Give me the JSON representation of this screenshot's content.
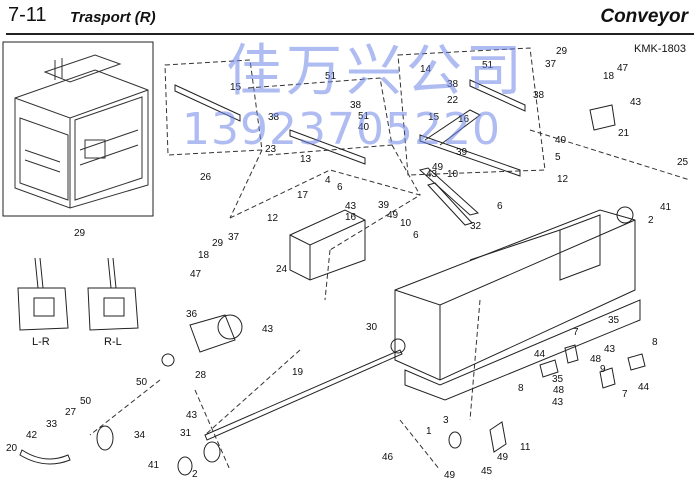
{
  "header": {
    "section_number": "7-11",
    "section_title": "Trasport (R)",
    "category": "Conveyor",
    "drawing_code": "KMK-1803"
  },
  "watermark": {
    "company": "佳万兴公司",
    "phone": "13923705220",
    "color": "#6f86e8"
  },
  "inset_labels": {
    "left_variant": "L-R",
    "right_variant": "R-L"
  },
  "callouts": [
    {
      "id": "c15a",
      "text": "15"
    },
    {
      "id": "c26",
      "text": "26"
    },
    {
      "id": "c51a",
      "text": "51"
    },
    {
      "id": "c38a",
      "text": "38"
    },
    {
      "id": "c38b",
      "text": "38"
    },
    {
      "id": "c51b",
      "text": "51"
    },
    {
      "id": "c40a",
      "text": "40"
    },
    {
      "id": "c23",
      "text": "23"
    },
    {
      "id": "c13",
      "text": "13"
    },
    {
      "id": "c14",
      "text": "14"
    },
    {
      "id": "c51c",
      "text": "51"
    },
    {
      "id": "c38c",
      "text": "38"
    },
    {
      "id": "c22",
      "text": "22"
    },
    {
      "id": "c38d",
      "text": "38"
    },
    {
      "id": "c15b",
      "text": "15"
    },
    {
      "id": "c16a",
      "text": "16"
    },
    {
      "id": "c39a",
      "text": "39"
    },
    {
      "id": "c40b",
      "text": "40"
    },
    {
      "id": "c5",
      "text": "5"
    },
    {
      "id": "c49a",
      "text": "49"
    },
    {
      "id": "c43a",
      "text": "43"
    },
    {
      "id": "c10a",
      "text": "10"
    },
    {
      "id": "c12a",
      "text": "12"
    },
    {
      "id": "c6a",
      "text": "6"
    },
    {
      "id": "c29a",
      "text": "29"
    },
    {
      "id": "c37a",
      "text": "37"
    },
    {
      "id": "c18a",
      "text": "18"
    },
    {
      "id": "c47a",
      "text": "47"
    },
    {
      "id": "c43b",
      "text": "43"
    },
    {
      "id": "c21",
      "text": "21"
    },
    {
      "id": "c25",
      "text": "25"
    },
    {
      "id": "c4",
      "text": "4"
    },
    {
      "id": "c6b",
      "text": "6"
    },
    {
      "id": "c43c",
      "text": "43"
    },
    {
      "id": "c17",
      "text": "17"
    },
    {
      "id": "c16b",
      "text": "16"
    },
    {
      "id": "c39b",
      "text": "39"
    },
    {
      "id": "c49b",
      "text": "49"
    },
    {
      "id": "c10b",
      "text": "10"
    },
    {
      "id": "c6c",
      "text": "6"
    },
    {
      "id": "c12b",
      "text": "12"
    },
    {
      "id": "c32",
      "text": "32"
    },
    {
      "id": "c24",
      "text": "24"
    },
    {
      "id": "c41a",
      "text": "41"
    },
    {
      "id": "c2a",
      "text": "2"
    },
    {
      "id": "c29b",
      "text": "29"
    },
    {
      "id": "c37b",
      "text": "37"
    },
    {
      "id": "c18b",
      "text": "18"
    },
    {
      "id": "c47b",
      "text": "47"
    },
    {
      "id": "c29c",
      "text": "29"
    },
    {
      "id": "c36",
      "text": "36"
    },
    {
      "id": "c43d",
      "text": "43"
    },
    {
      "id": "c50a",
      "text": "50"
    },
    {
      "id": "c28",
      "text": "28"
    },
    {
      "id": "c30",
      "text": "30"
    },
    {
      "id": "c19",
      "text": "19"
    },
    {
      "id": "c35a",
      "text": "35"
    },
    {
      "id": "c7a",
      "text": "7"
    },
    {
      "id": "c43e",
      "text": "43"
    },
    {
      "id": "c44a",
      "text": "44"
    },
    {
      "id": "c48a",
      "text": "48"
    },
    {
      "id": "c9",
      "text": "9"
    },
    {
      "id": "c8a",
      "text": "8"
    },
    {
      "id": "c35b",
      "text": "35"
    },
    {
      "id": "c48b",
      "text": "48"
    },
    {
      "id": "c43f",
      "text": "43"
    },
    {
      "id": "c7b",
      "text": "7"
    },
    {
      "id": "c8b",
      "text": "8"
    },
    {
      "id": "c44b",
      "text": "44"
    },
    {
      "id": "c50b",
      "text": "50"
    },
    {
      "id": "c27",
      "text": "27"
    },
    {
      "id": "c33",
      "text": "33"
    },
    {
      "id": "c34",
      "text": "34"
    },
    {
      "id": "c42",
      "text": "42"
    },
    {
      "id": "c20",
      "text": "20"
    },
    {
      "id": "c43g",
      "text": "43"
    },
    {
      "id": "c31",
      "text": "31"
    },
    {
      "id": "c41b",
      "text": "41"
    },
    {
      "id": "c2b",
      "text": "2"
    },
    {
      "id": "c3",
      "text": "3"
    },
    {
      "id": "c1",
      "text": "1"
    },
    {
      "id": "c11",
      "text": "11"
    },
    {
      "id": "c46",
      "text": "46"
    },
    {
      "id": "c49c",
      "text": "49"
    },
    {
      "id": "c49d",
      "text": "49"
    },
    {
      "id": "c45",
      "text": "45"
    }
  ]
}
